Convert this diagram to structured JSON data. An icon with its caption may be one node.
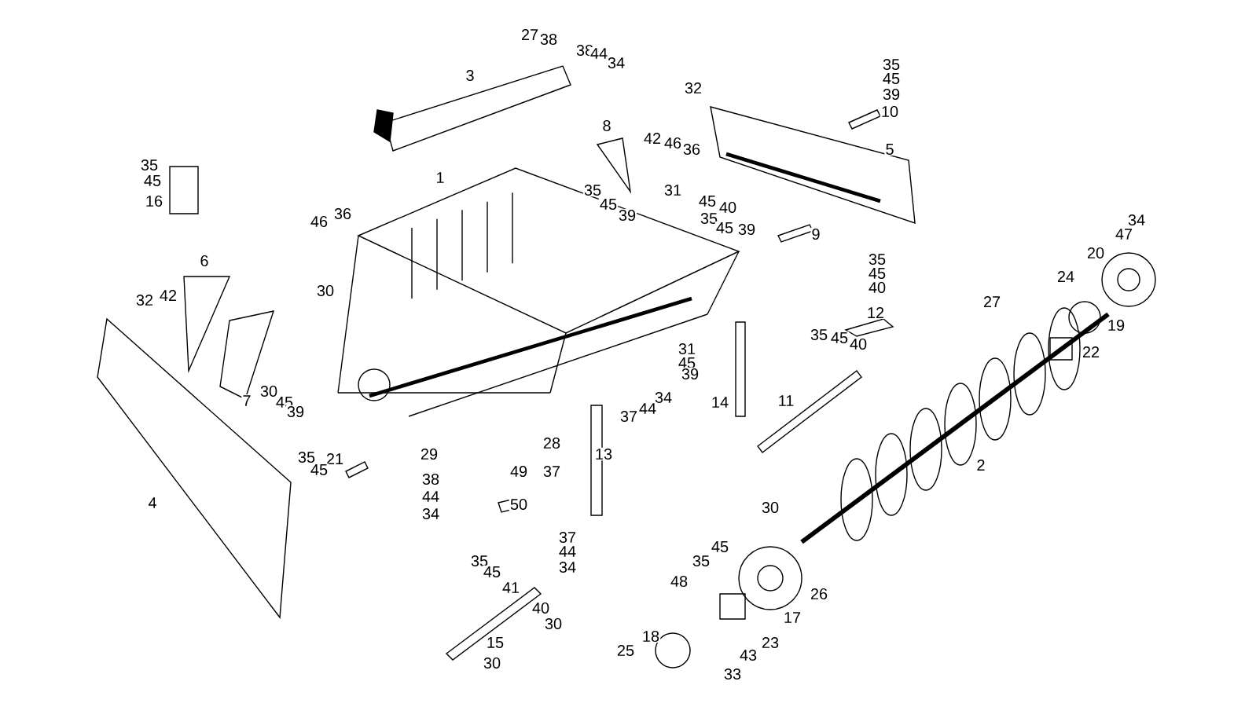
{
  "diagram": {
    "labels": [
      "27",
      "38",
      "38",
      "44",
      "34",
      "35",
      "3",
      "45",
      "32",
      "39",
      "10",
      "8",
      "42",
      "46",
      "36",
      "5",
      "35",
      "45",
      "1",
      "35",
      "31",
      "16",
      "45",
      "45",
      "40",
      "46",
      "36",
      "39",
      "35",
      "34",
      "45",
      "39",
      "9",
      "47",
      "6",
      "35",
      "20",
      "45",
      "24",
      "32",
      "42",
      "30",
      "40",
      "27",
      "12",
      "19",
      "35",
      "45",
      "40",
      "31",
      "22",
      "45",
      "39",
      "7",
      "30",
      "45",
      "34",
      "14",
      "11",
      "39",
      "37",
      "44",
      "28",
      "35",
      "21",
      "29",
      "13",
      "45",
      "49",
      "37",
      "2",
      "38",
      "44",
      "4",
      "34",
      "50",
      "30",
      "37",
      "44",
      "45",
      "35",
      "45",
      "34",
      "35",
      "41",
      "48",
      "26",
      "40",
      "30",
      "17",
      "15",
      "25",
      "18",
      "43",
      "23",
      "30",
      "33"
    ]
  }
}
